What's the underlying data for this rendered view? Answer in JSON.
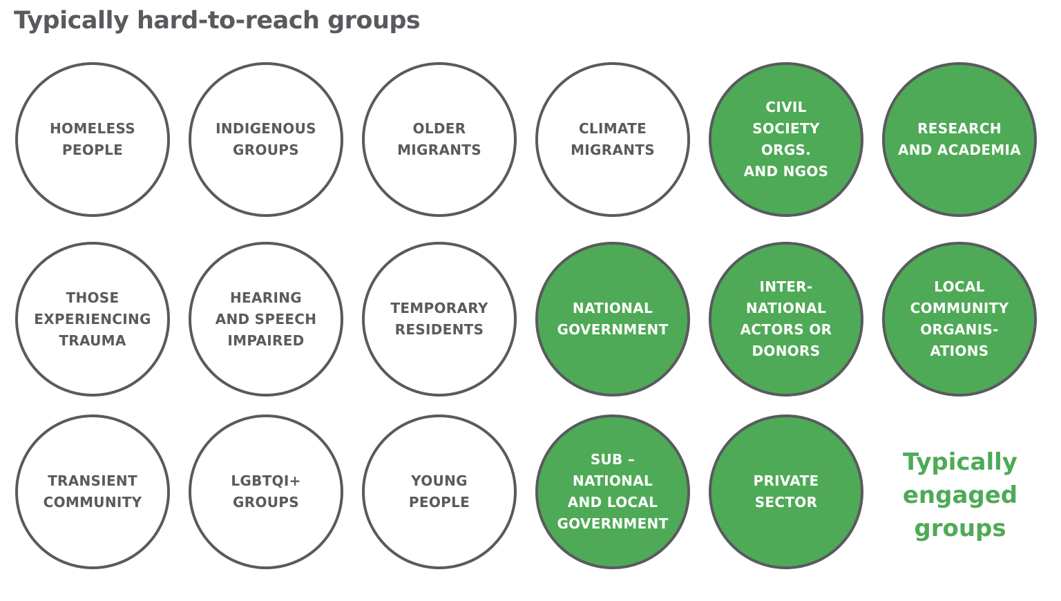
{
  "title": "Typically hard-to-reach groups",
  "engaged_caption": "Typically\nengaged\ngroups",
  "colors": {
    "title_gray": "#5a5a5e",
    "outline_gray": "#595a5e",
    "engaged_green": "#4eaa56",
    "hard_fill": "#ffffff"
  },
  "circles": [
    {
      "label": "HOMELESS\nPEOPLE",
      "group": "hard"
    },
    {
      "label": "INDIGENOUS\nGROUPS",
      "group": "hard"
    },
    {
      "label": "OLDER\nMIGRANTS",
      "group": "hard"
    },
    {
      "label": "CLIMATE\nMIGRANTS",
      "group": "hard"
    },
    {
      "label": "CIVIL\nSOCIETY\nORGS.\nAND NGOS",
      "group": "engaged"
    },
    {
      "label": "RESEARCH\nAND ACADEMIA",
      "group": "engaged"
    },
    {
      "label": "THOSE\nEXPERIENCING\nTRAUMA",
      "group": "hard"
    },
    {
      "label": "HEARING\nAND SPEECH\nIMPAIRED",
      "group": "hard"
    },
    {
      "label": "TEMPORARY\nRESIDENTS",
      "group": "hard"
    },
    {
      "label": "NATIONAL\nGOVERNMENT",
      "group": "engaged"
    },
    {
      "label": "INTER-\nNATIONAL\nACTORS OR\nDONORS",
      "group": "engaged"
    },
    {
      "label": "LOCAL\nCOMMUNITY\nORGANIS-\nATIONS",
      "group": "engaged"
    },
    {
      "label": "TRANSIENT\nCOMMUNITY",
      "group": "hard"
    },
    {
      "label": "LGBTQI+\nGROUPS",
      "group": "hard"
    },
    {
      "label": "YOUNG\nPEOPLE",
      "group": "hard"
    },
    {
      "label": "SUB –\nNATIONAL\nAND LOCAL\nGOVERNMENT",
      "group": "engaged"
    },
    {
      "label": "PRIVATE\nSECTOR",
      "group": "engaged"
    }
  ]
}
